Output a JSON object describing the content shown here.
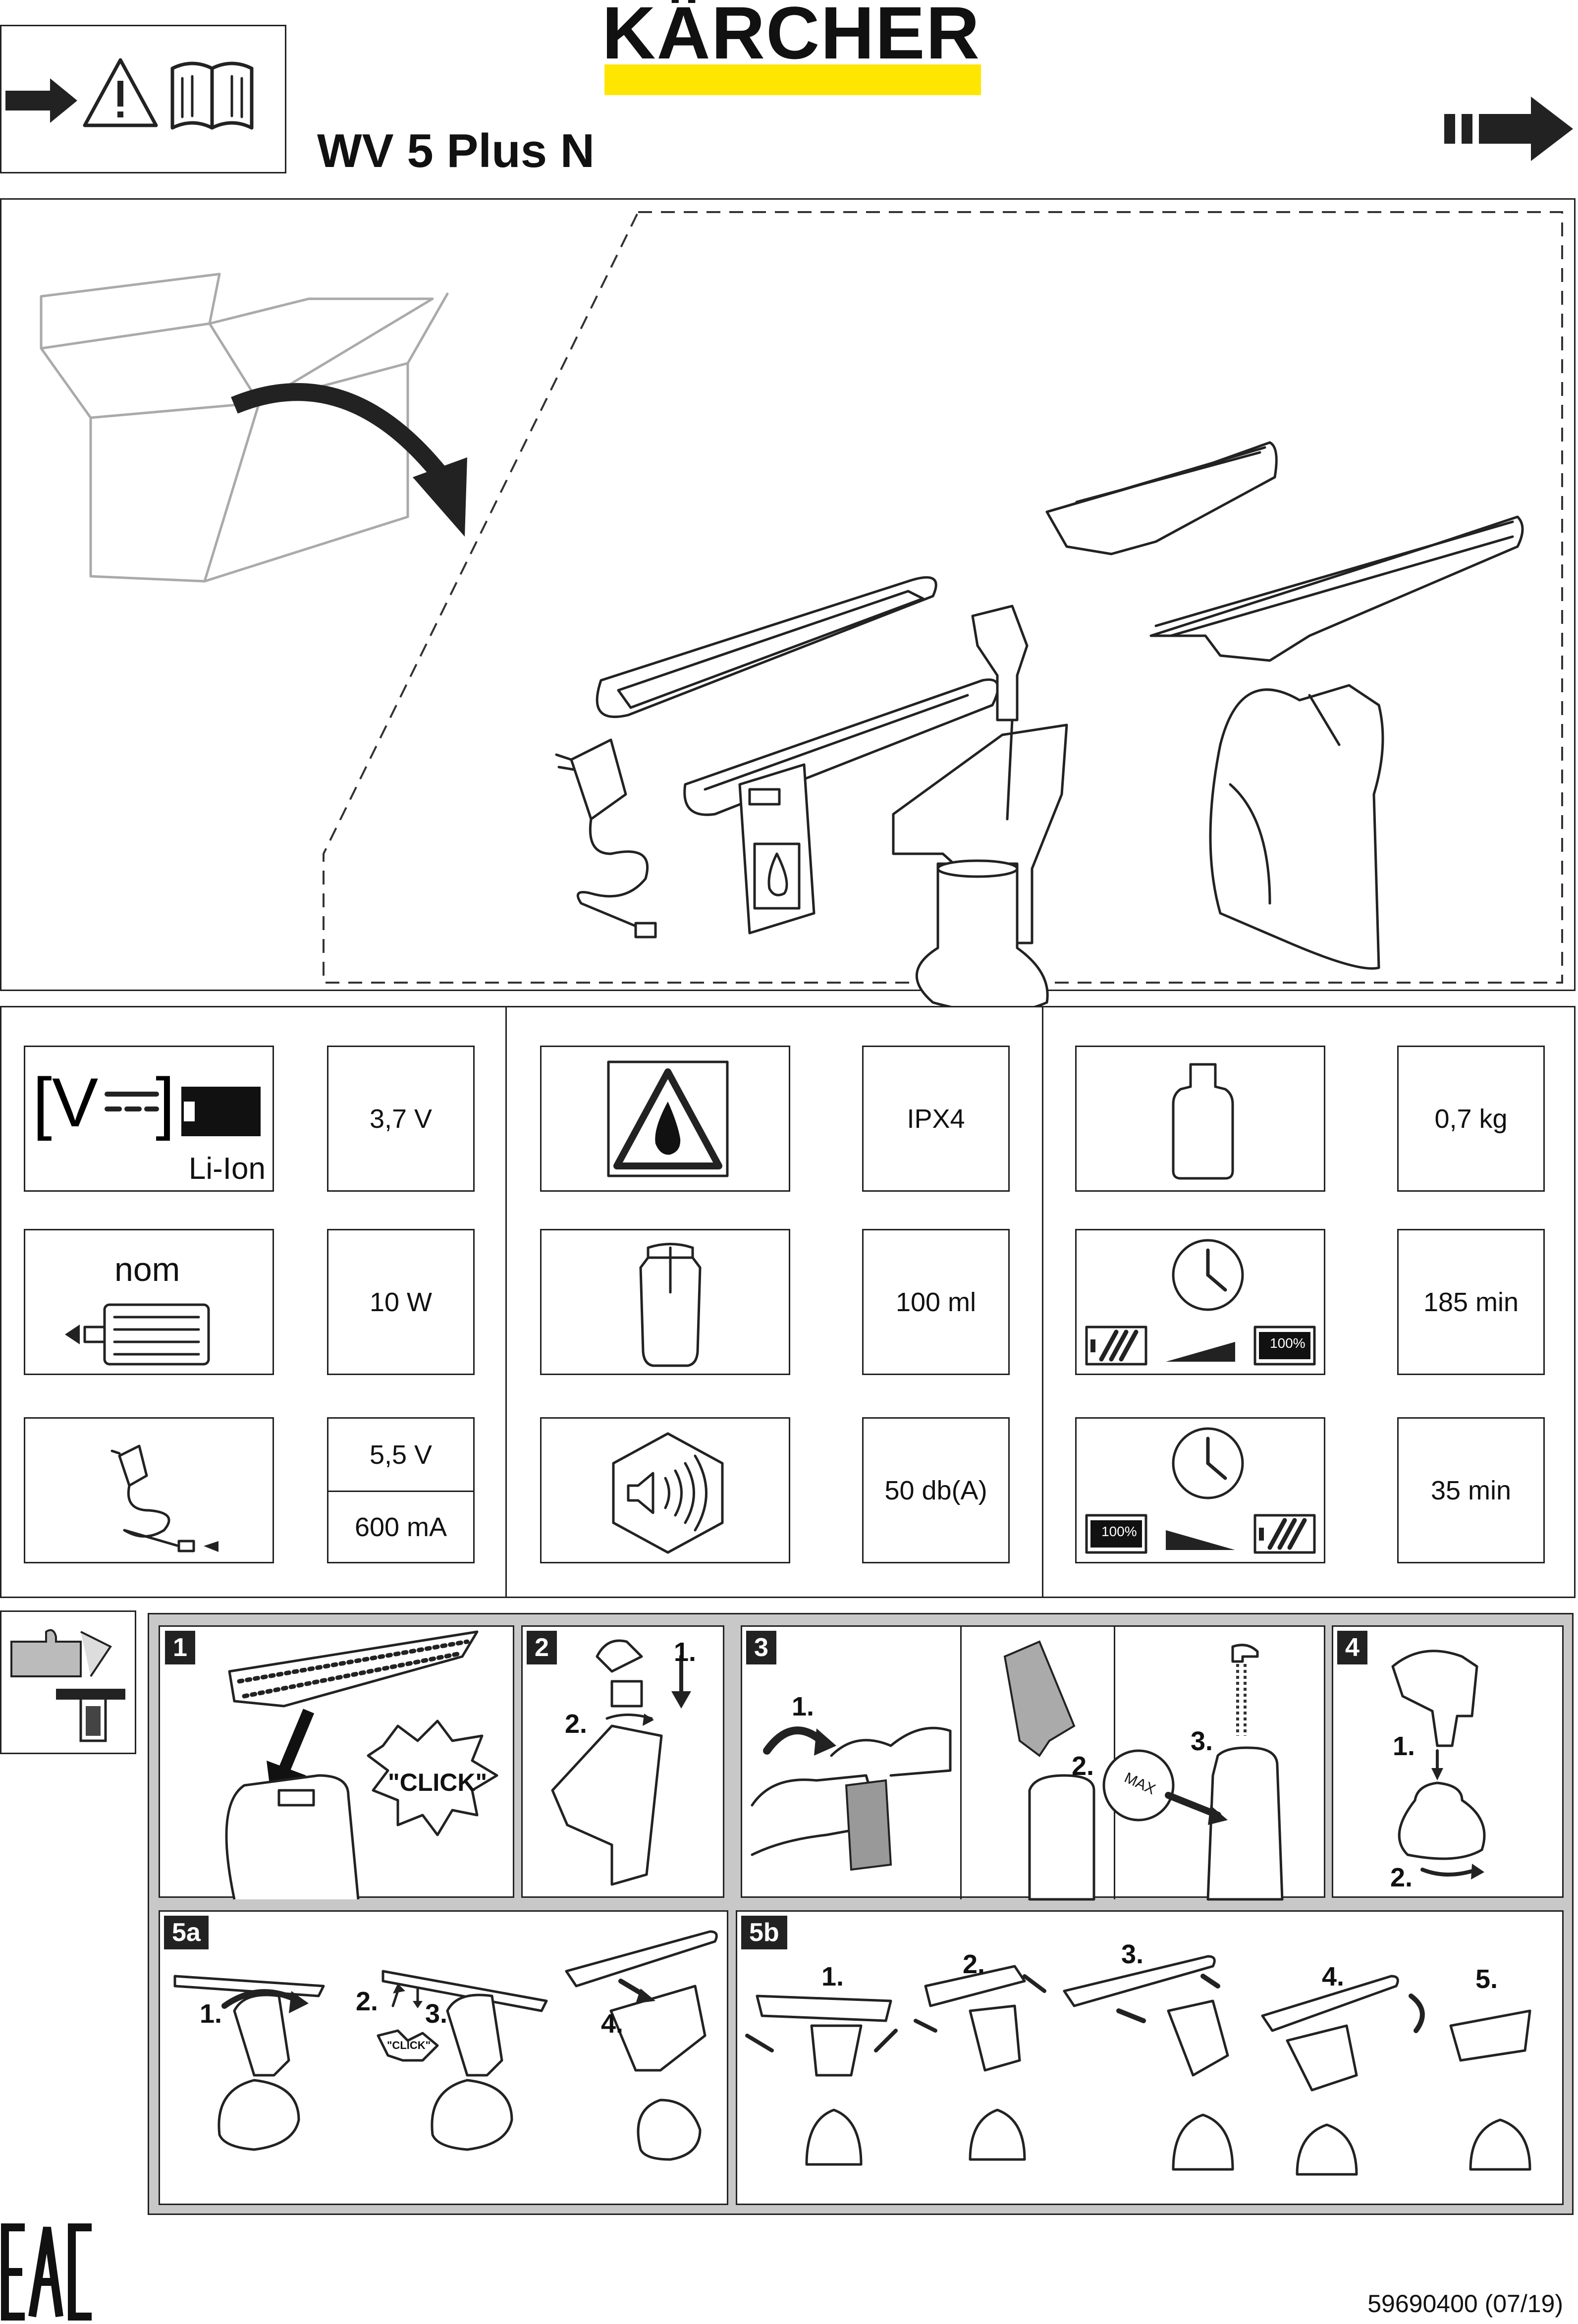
{
  "header": {
    "brand": "KÄRCHER",
    "model": "WV 5 Plus N",
    "brand_color": "#FFE600",
    "icons": [
      "arrow-right-icon",
      "warning-triangle-icon",
      "open-manual-icon",
      "continue-arrow-icon"
    ]
  },
  "specs": [
    {
      "icon": "voltage-battery-icon",
      "icon_text_top": "[V",
      "icon_text_bottom": "Li-Ion",
      "value": "3,7 V"
    },
    {
      "icon": "motor-power-icon",
      "icon_text_top": "nom",
      "value": "10 W"
    },
    {
      "icon": "charger-icon",
      "value_top": "5,5 V",
      "value_bottom": "600 mA"
    },
    {
      "icon": "water-protection-icon",
      "value": "IPX4"
    },
    {
      "icon": "tank-icon",
      "value": "100 ml"
    },
    {
      "icon": "sound-level-icon",
      "value": "50 db(A)"
    },
    {
      "icon": "weight-icon",
      "value": "0,7 kg"
    },
    {
      "icon": "charging-time-icon",
      "icon_badge": "100%",
      "value": "185 min"
    },
    {
      "icon": "runtime-icon",
      "icon_badge": "100%",
      "value": "35 min"
    }
  ],
  "steps": {
    "s1": {
      "tag": "1",
      "callout": "\"CLICK\""
    },
    "s2": {
      "tag": "2",
      "n1": "1.",
      "n2": "2."
    },
    "s3": {
      "tag": "3",
      "n1": "1.",
      "n2": "2.",
      "n3": "3.",
      "max": "MAX"
    },
    "s4": {
      "tag": "4",
      "n1": "1.",
      "n2": "2."
    },
    "s5a": {
      "tag": "5a",
      "n1": "1.",
      "n2": "2.",
      "n3": "3.",
      "n4": "4.",
      "click": "\"CLICK\""
    },
    "s5b": {
      "tag": "5b",
      "n1": "1.",
      "n2": "2.",
      "n3": "3.",
      "n4": "4.",
      "n5": "5."
    }
  },
  "footer": {
    "mark": "EAC",
    "doc_number": "59690400 (07/19)"
  }
}
